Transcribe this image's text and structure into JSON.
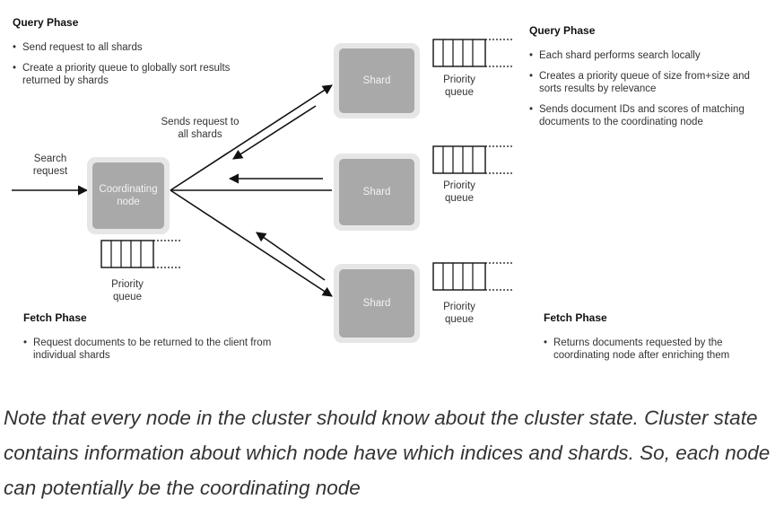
{
  "query_phase_left": {
    "title": "Query Phase",
    "bullets": [
      "Send request to all shards",
      "Create a priority queue to globally sort results returned by shards"
    ]
  },
  "query_phase_right": {
    "title": "Query Phase",
    "bullets": [
      "Each shard performs search locally",
      "Creates a priority queue of size from+size and sorts results by relevance",
      "Sends document IDs and scores of matching documents to the coordinating node"
    ]
  },
  "fetch_phase_left": {
    "title": "Fetch Phase",
    "bullets": [
      "Request documents to be returned to the client from individual shards"
    ]
  },
  "fetch_phase_right": {
    "title": "Fetch Phase",
    "bullets": [
      "Returns documents requested by the coordinating node after enriching them"
    ]
  },
  "diagram": {
    "search_request": "Search request",
    "sends_request": "Sends request to all shards",
    "coordinating_node": "Coordinating node",
    "shard_label": "Shard",
    "priority_queue": "Priority queue"
  },
  "note": "Note that every node in the cluster should know about the cluster state. Cluster state contains information about which node have which indices and shards. So, each node can potentially be the coordinating node"
}
